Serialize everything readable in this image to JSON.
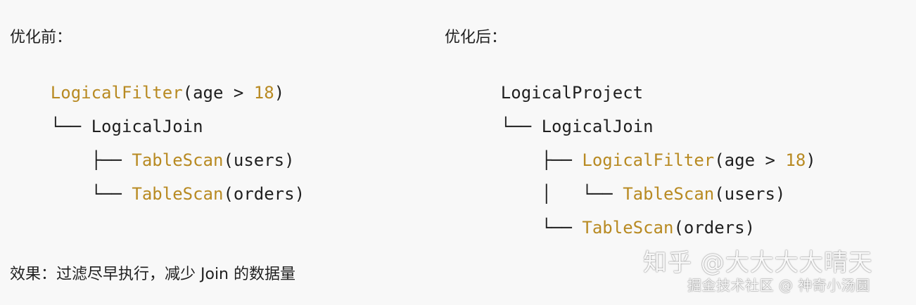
{
  "left_panel": {
    "title": "优化前：",
    "line1": {
      "fn": "LogicalFilter",
      "args_before_num": "(age > ",
      "num": "18",
      "close": ")"
    },
    "line2": {
      "tree": "└── ",
      "text": "LogicalJoin"
    },
    "line3": {
      "tree": "    ├── ",
      "fn": "TableScan",
      "args": "(users)"
    },
    "line4": {
      "tree": "    └── ",
      "fn": "TableScan",
      "args": "(orders)"
    }
  },
  "right_panel": {
    "title": "优化后：",
    "line1": {
      "text": "LogicalProject"
    },
    "line2": {
      "tree": "└── ",
      "text": "LogicalJoin"
    },
    "line3": {
      "tree": "    ├── ",
      "fn": "LogicalFilter",
      "args_before_num": "(age > ",
      "num": "18",
      "close": ")"
    },
    "line4": {
      "tree": "    │   └── ",
      "fn": "TableScan",
      "args": "(users)"
    },
    "line5": {
      "tree": "    └── ",
      "fn": "TableScan",
      "args": "(orders)"
    }
  },
  "footer": {
    "effect": "效果：过滤尽早执行，减少 Join 的数据量"
  },
  "watermarks": {
    "main": "知乎 @大大大大晴天",
    "sub": "掘金技术社区 @ 神奇小汤圆"
  }
}
